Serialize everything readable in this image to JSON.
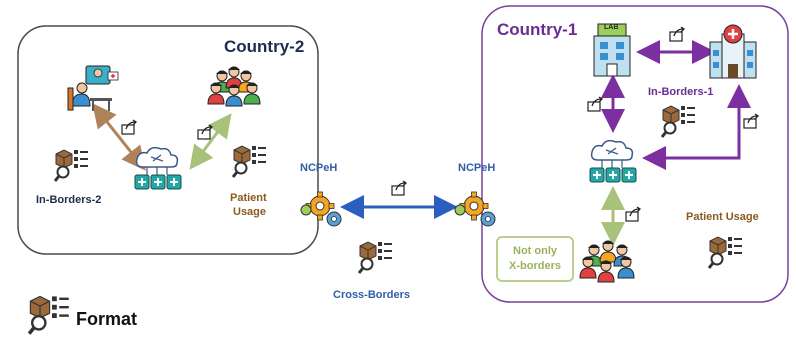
{
  "country2": {
    "title": "Country-2",
    "in_borders": "In-Borders-2",
    "patient_usage_line1": "Patient",
    "patient_usage_line2": "Usage"
  },
  "country1": {
    "title": "Country-1",
    "in_borders": "In-Borders-1",
    "patient_usage": "Patient Usage",
    "note_line1": "Not only",
    "note_line2": "X-borders"
  },
  "center": {
    "ncpeh_left": "NCPeH",
    "ncpeh_right": "NCPeH",
    "cross_borders": "Cross-Borders"
  },
  "legend": {
    "format": "Format"
  },
  "badges": {
    "lab": "LAB"
  },
  "colors": {
    "country2_border": "#4a4a4a",
    "country1_border": "#7b3f9e",
    "purple_arrow": "#7b2fa0",
    "blue_arrow": "#2b5fbf",
    "brown_arrow": "#b0825a",
    "green_arrow": "#a9c27a",
    "teal_node": "#23a7a7",
    "gear_orange": "#f5a623",
    "gear_blue": "#5aa0d8"
  },
  "icons": [
    "doctor-telehealth-icon",
    "patient-group-icon",
    "cloud-network-icon",
    "data-format-icon",
    "share-icon",
    "lab-building-icon",
    "hospital-icon",
    "gear-icon"
  ]
}
